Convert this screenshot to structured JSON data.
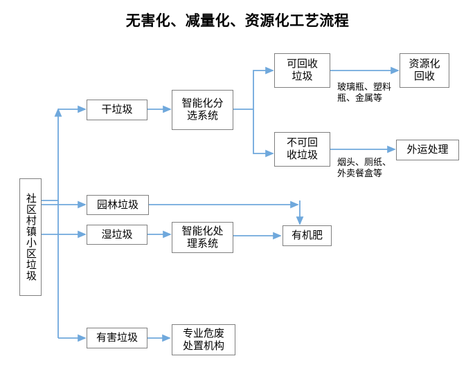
{
  "title": "无害化、减量化、资源化工艺流程",
  "colors": {
    "arrow": "#6FA8DC",
    "box_border": "#7F7F7F",
    "text": "#000000",
    "background": "#FFFFFF"
  },
  "nodes": [
    {
      "id": "source",
      "label": "社区村镇小区垃圾",
      "orientation": "vertical"
    },
    {
      "id": "dry-waste",
      "label": "干垃圾",
      "orientation": "horizontal"
    },
    {
      "id": "sorting",
      "label": "智能化分\n选系统",
      "orientation": "horizontal"
    },
    {
      "id": "recyclable",
      "label": "可回收\n垃圾",
      "orientation": "horizontal"
    },
    {
      "id": "resource",
      "label": "资源化\n回收",
      "orientation": "horizontal"
    },
    {
      "id": "nonrecyclable",
      "label": "不可回\n收垃圾",
      "orientation": "horizontal"
    },
    {
      "id": "transport",
      "label": "外运处理",
      "orientation": "horizontal"
    },
    {
      "id": "garden-waste",
      "label": "园林垃圾",
      "orientation": "horizontal"
    },
    {
      "id": "wet-waste",
      "label": "湿垃圾",
      "orientation": "horizontal"
    },
    {
      "id": "treatment",
      "label": "智能化处\n理系统",
      "orientation": "horizontal"
    },
    {
      "id": "fertilizer",
      "label": "有机肥",
      "orientation": "horizontal"
    },
    {
      "id": "harmful-waste",
      "label": "有害垃圾",
      "orientation": "horizontal"
    },
    {
      "id": "hazard-org",
      "label": "专业危废\n处置机构",
      "orientation": "horizontal"
    }
  ],
  "edge_labels": [
    {
      "id": "recyclable-examples",
      "text": "玻璃瓶、塑料\n瓶、金属等"
    },
    {
      "id": "nonrecyclable-examples",
      "text": "烟头、厕纸、\n外卖餐盒等"
    }
  ]
}
